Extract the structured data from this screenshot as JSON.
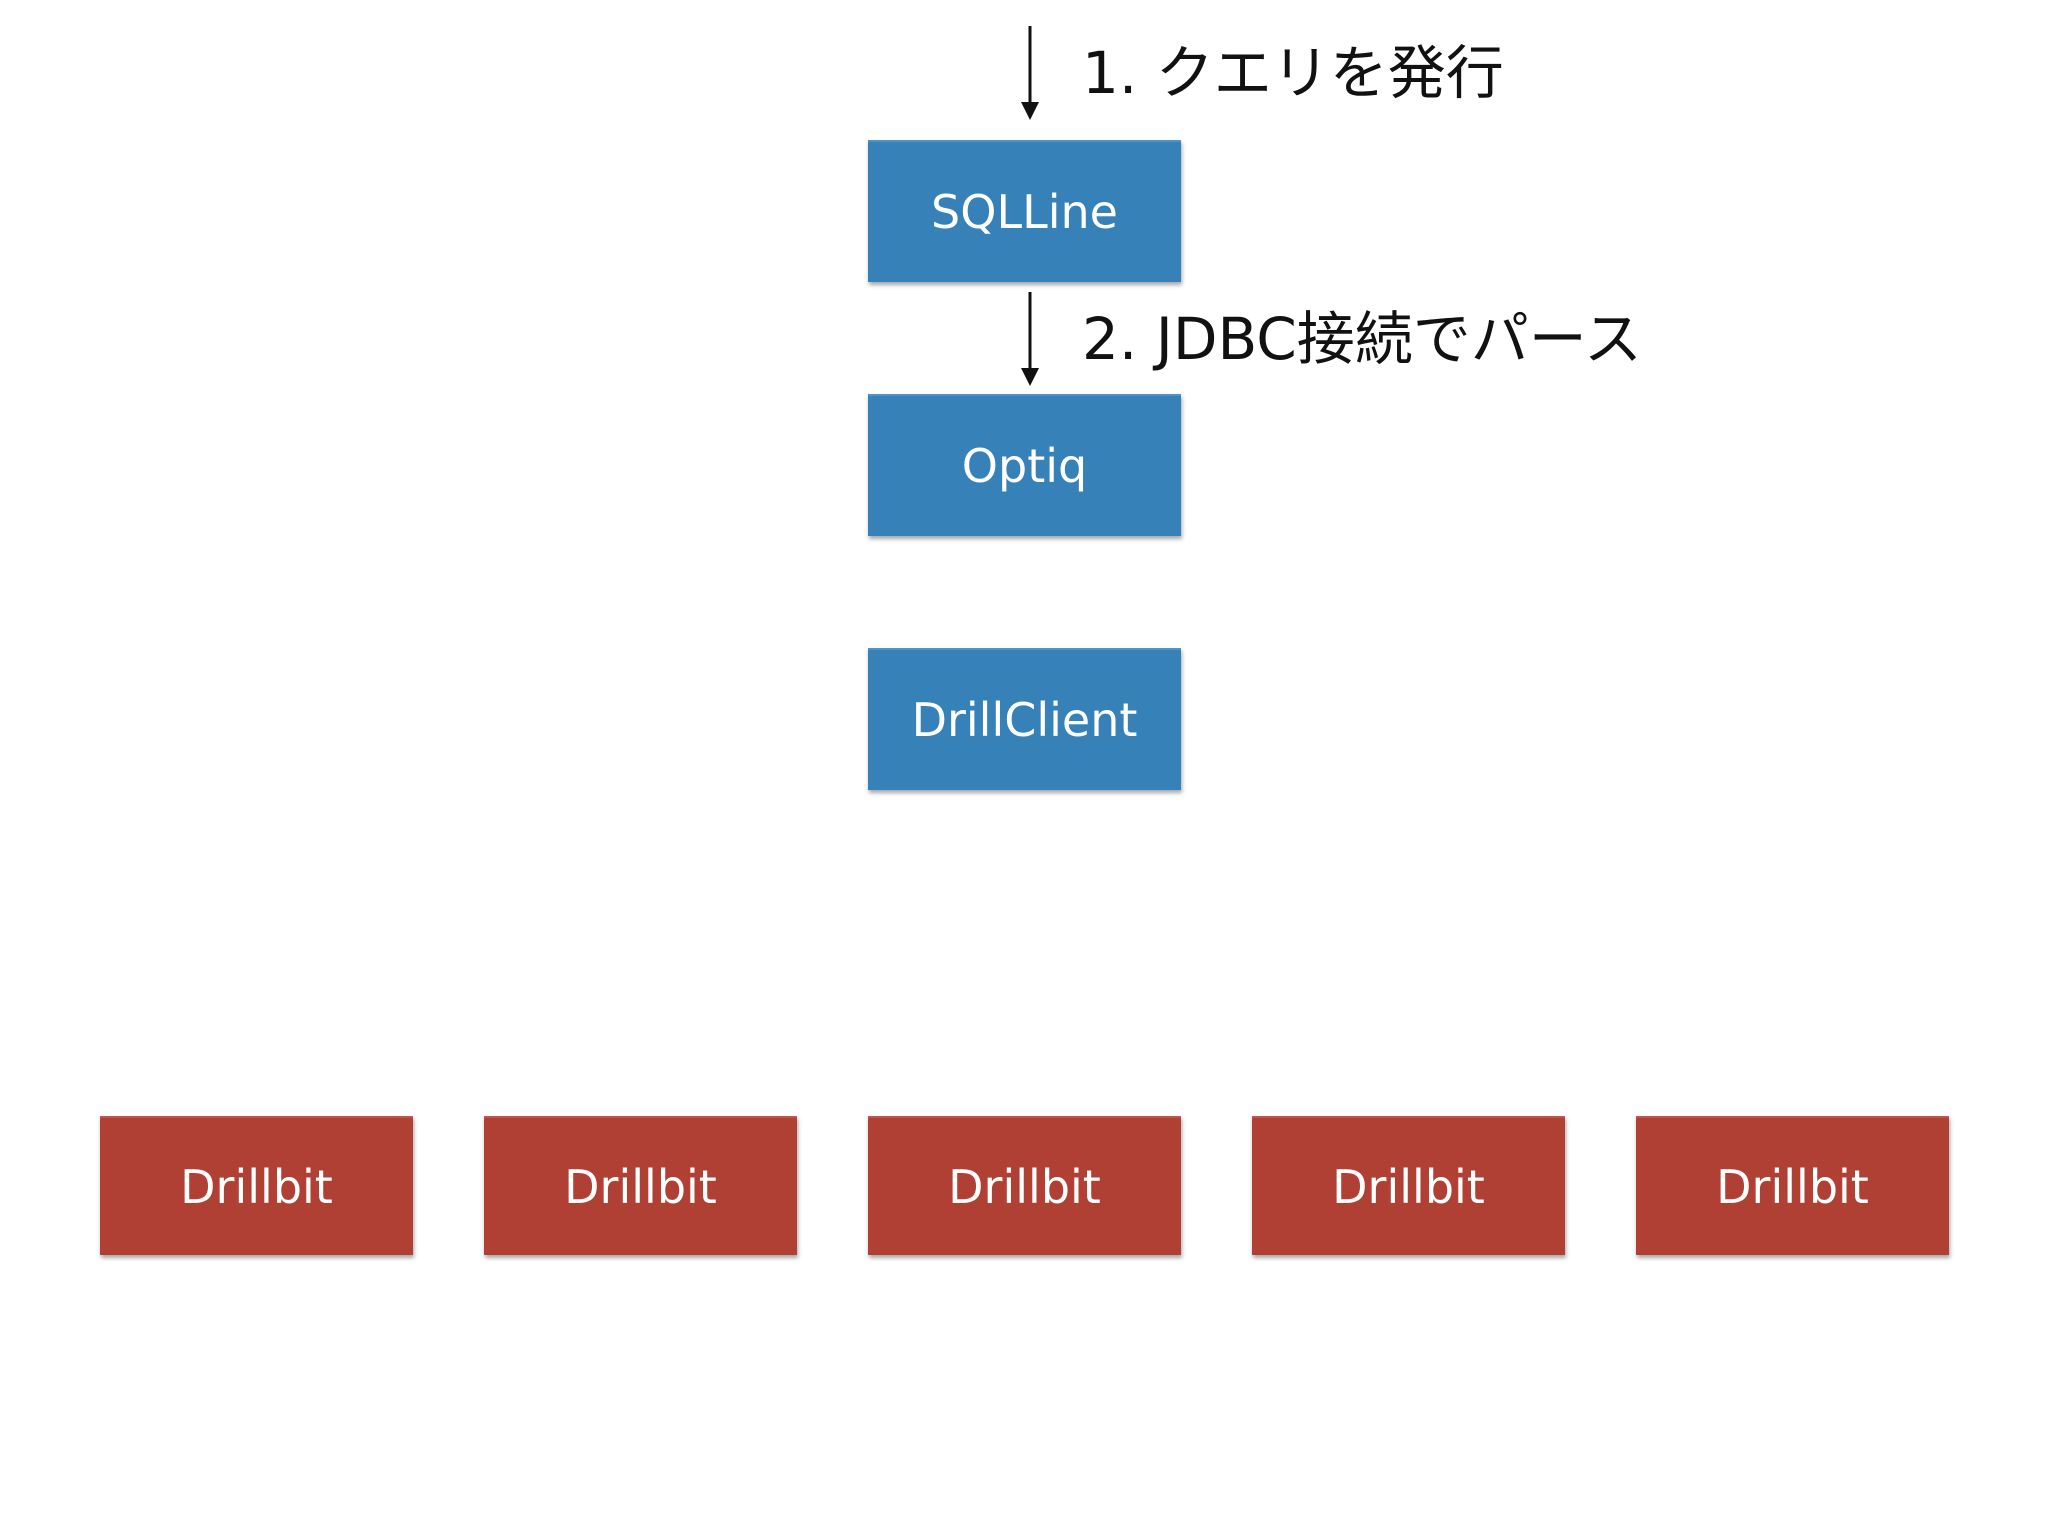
{
  "steps": [
    {
      "label": "1. クエリを発行"
    },
    {
      "label": "2. JDBC接続でパース"
    }
  ],
  "components": {
    "sqlline": "SQLLine",
    "optiq": "Optiq",
    "drillclient": "DrillClient"
  },
  "drillbits": [
    {
      "label": "Drillbit"
    },
    {
      "label": "Drillbit"
    },
    {
      "label": "Drillbit"
    },
    {
      "label": "Drillbit"
    },
    {
      "label": "Drillbit"
    }
  ],
  "colors": {
    "client_box": "#3581b8",
    "drillbit_box": "#b04034",
    "text_on_box": "#ffffff",
    "arrow": "#111111"
  }
}
